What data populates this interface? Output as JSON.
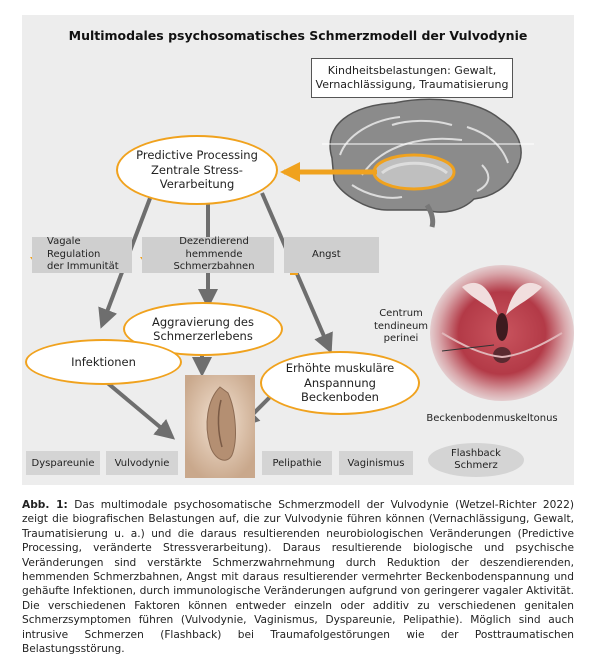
{
  "title": "Multimodales psychosomatisches Schmerzmodell der Vulvodynie",
  "childhood_box": "Kindheitsbelastungen: Gewalt, Vernachlässigung, Traumatisierung",
  "predictive_processing": [
    "Predictive Processing",
    "Zentrale Stress-",
    "Verarbeitung"
  ],
  "boxes": {
    "vagal": [
      "Vagale Regulation",
      "der Immunität"
    ],
    "descending": [
      "Dezendierend hemmende",
      "Schmerzbahnen"
    ],
    "angst": "Angst"
  },
  "ovals": {
    "aggravation": [
      "Aggravierung des",
      "Schmerzerlebens"
    ],
    "infections": "Infektionen",
    "muscle": [
      "Erhöhte muskuläre",
      "Anspannung",
      "Beckenboden"
    ]
  },
  "pelvic_labels": {
    "centrum": [
      "Centrum",
      "tendineum",
      "perinei"
    ],
    "tonus": "Beckenbodenmuskeltonus"
  },
  "symptoms": [
    "Dyspareunie",
    "Vulvodynie",
    "Pelipathie",
    "Vaginismus"
  ],
  "flashback": [
    "Flashback",
    "Schmerz"
  ],
  "caption": {
    "label": "Abb. 1:",
    "text": "Das multimodale psychosomatische Schmerzmodell der Vulvodynie (Wetzel-Richter 2022) zeigt die biografischen Belastungen auf, die zur Vulvodynie führen können (Vernachlässigung, Gewalt, Traumatisierung u. a.) und die daraus resultierenden neurobiologischen Veränderungen (Predictive Processing, veränderte Stressverarbeitung). Daraus resultierende biologische und psychische Veränderungen sind verstärkte Schmerzwahrnehmung durch Reduktion der deszendierenden, hemmenden Schmerzbahnen, Angst mit daraus resultierender vermehrter Beckenbodenspannung und gehäufte Infektionen, durch immunologische Veränderungen aufgrund von geringerer vagaler Aktivität. Die verschiedenen Faktoren können entweder einzeln oder additiv zu verschiedenen genitalen Schmerzsymptomen führen (Vulvodynie, Vaginismus, Dyspareunie, Pelipathie). Möglich sind auch intrusive Schmerzen (Flashback) bei Traumafolgestörungen wie der Posttraumatischen Belastungsstörung."
  },
  "colors": {
    "accent": "#f0a21e",
    "arrow_gray": "#6e6e6e",
    "panel": "#ededed",
    "box": "#cfcfcf"
  }
}
